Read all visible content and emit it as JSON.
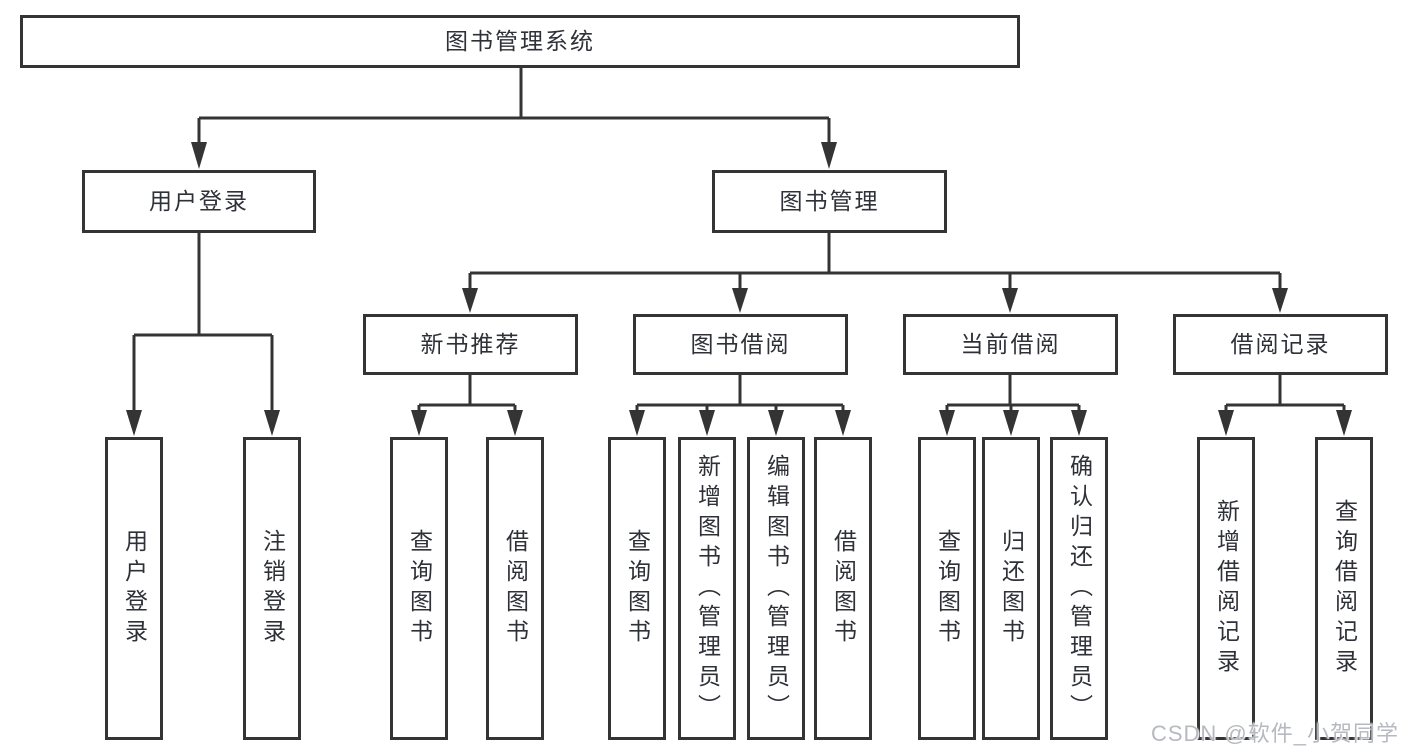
{
  "diagram": {
    "root": {
      "label": "图书管理系统",
      "children": [
        {
          "label": "用户登录",
          "children": [
            {
              "label": "用户登录"
            },
            {
              "label": "注销登录"
            }
          ]
        },
        {
          "label": "图书管理",
          "children": [
            {
              "label": "新书推荐",
              "children": [
                {
                  "label": "查询图书"
                },
                {
                  "label": "借阅图书"
                }
              ]
            },
            {
              "label": "图书借阅",
              "children": [
                {
                  "label": "查询图书"
                },
                {
                  "label": "新增图书（管理员）"
                },
                {
                  "label": "编辑图书（管理员）"
                },
                {
                  "label": "借阅图书"
                }
              ]
            },
            {
              "label": "当前借阅",
              "children": [
                {
                  "label": "查询图书"
                },
                {
                  "label": "归还图书"
                },
                {
                  "label": "确认归还（管理员）"
                }
              ]
            },
            {
              "label": "借阅记录",
              "children": [
                {
                  "label": "新增借阅记录"
                },
                {
                  "label": "查询借阅记录"
                }
              ]
            }
          ]
        }
      ]
    }
  },
  "colors": {
    "line": "#343434",
    "box_border": "#343434",
    "text": "#2e3138",
    "background": "#ffffff",
    "watermark": "#b6bac0"
  },
  "watermark": {
    "text": "CSDN @软件_小贺同学"
  }
}
